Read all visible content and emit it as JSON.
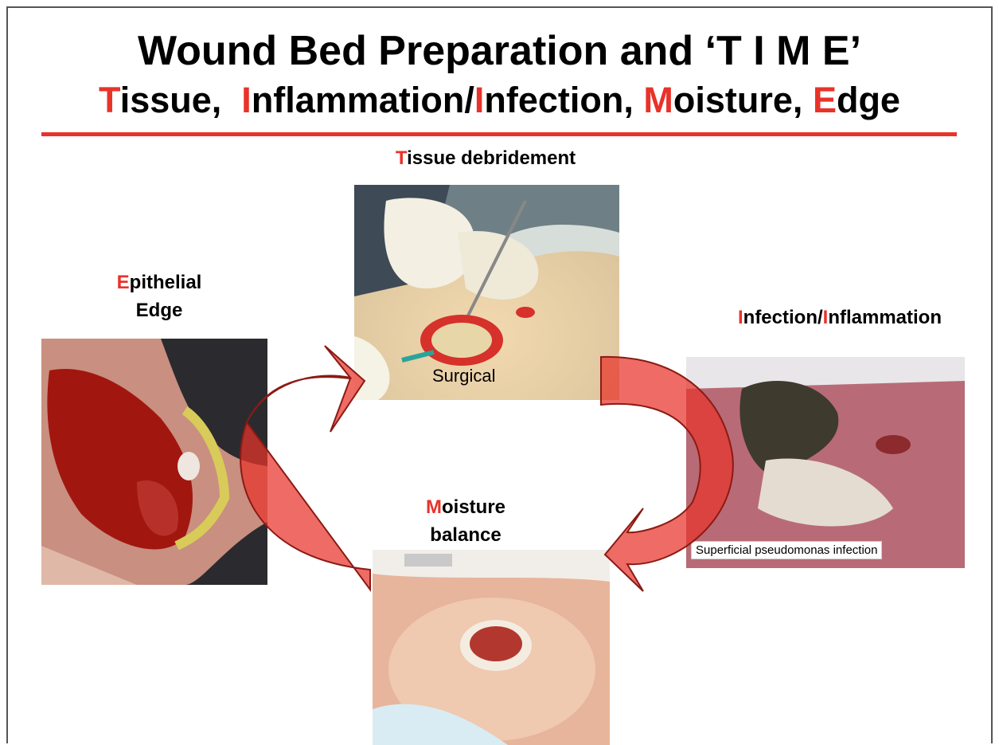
{
  "title": "Wound Bed Preparation and ‘T I M E’",
  "subtitle": {
    "t_letter": "T",
    "t_rest": "issue,",
    "i_letter": "I",
    "i_rest": "nflammation/",
    "i2_letter": "I",
    "i2_rest": "nfection,",
    "m_letter": "M",
    "m_rest": "oisture,",
    "e_letter": "E",
    "e_rest": "dge"
  },
  "nodes": {
    "tissue": {
      "letter": "T",
      "label": "issue debridement",
      "caption": "Surgical"
    },
    "epithelial": {
      "letter": "E",
      "line1": "pithelial",
      "line2": "Edge"
    },
    "infection": {
      "letter1": "I",
      "part1": "nfection/",
      "letter2": "I",
      "part2": "nflammation",
      "caption": "Superficial pseudomonas infection"
    },
    "moisture": {
      "letter": "M",
      "line1": "oisture",
      "line2": "balance"
    }
  },
  "colors": {
    "accent": "#e8332a",
    "arrow_fill": "#e8332a",
    "arrow_stroke": "#8b1a14"
  }
}
